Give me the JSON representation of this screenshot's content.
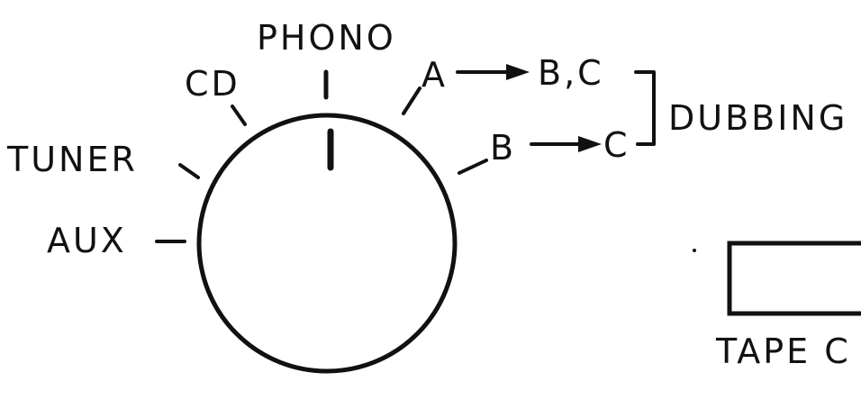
{
  "selector": {
    "positions": {
      "phono": "PHONO",
      "cd": "CD",
      "tuner": "TUNER",
      "aux": "AUX",
      "dub_a_to_bc": "A",
      "dub_b_to_c": "B"
    },
    "targets": {
      "bc": "B,C",
      "c": "C"
    },
    "bracket_label": "DUBBING"
  },
  "tape_copy": {
    "label": "TAPE C"
  },
  "colors": {
    "ink": "#111111",
    "background": "#ffffff"
  }
}
